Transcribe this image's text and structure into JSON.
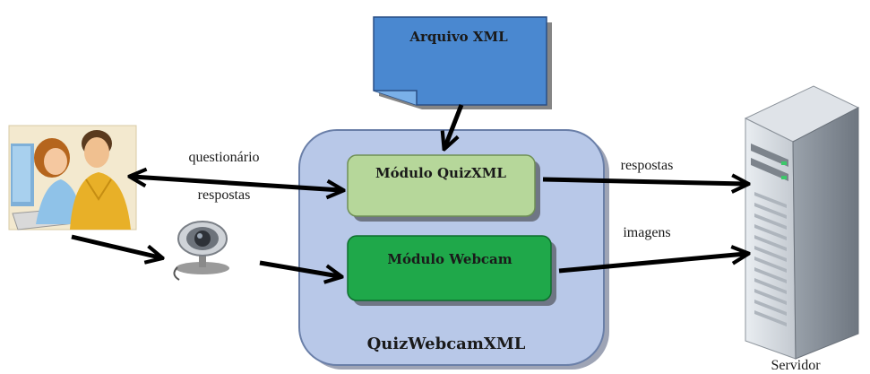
{
  "diagram": {
    "xml_file_label": "Arquivo XML",
    "quiz_module_label": "Módulo QuizXML",
    "webcam_module_label": "Módulo Webcam",
    "container_label": "QuizWebcamXML",
    "server_label": "Servidor",
    "edge_labels": {
      "questionario": "questionário",
      "respostas_left": "respostas",
      "respostas_right": "respostas",
      "imagens": "imagens"
    }
  },
  "colors": {
    "container_fill": "#b8c8e8",
    "xml_fill": "#4a88d0",
    "quiz_fill": "#b6d79a",
    "webcam_fill": "#1fa84a",
    "arrow": "#000000"
  }
}
